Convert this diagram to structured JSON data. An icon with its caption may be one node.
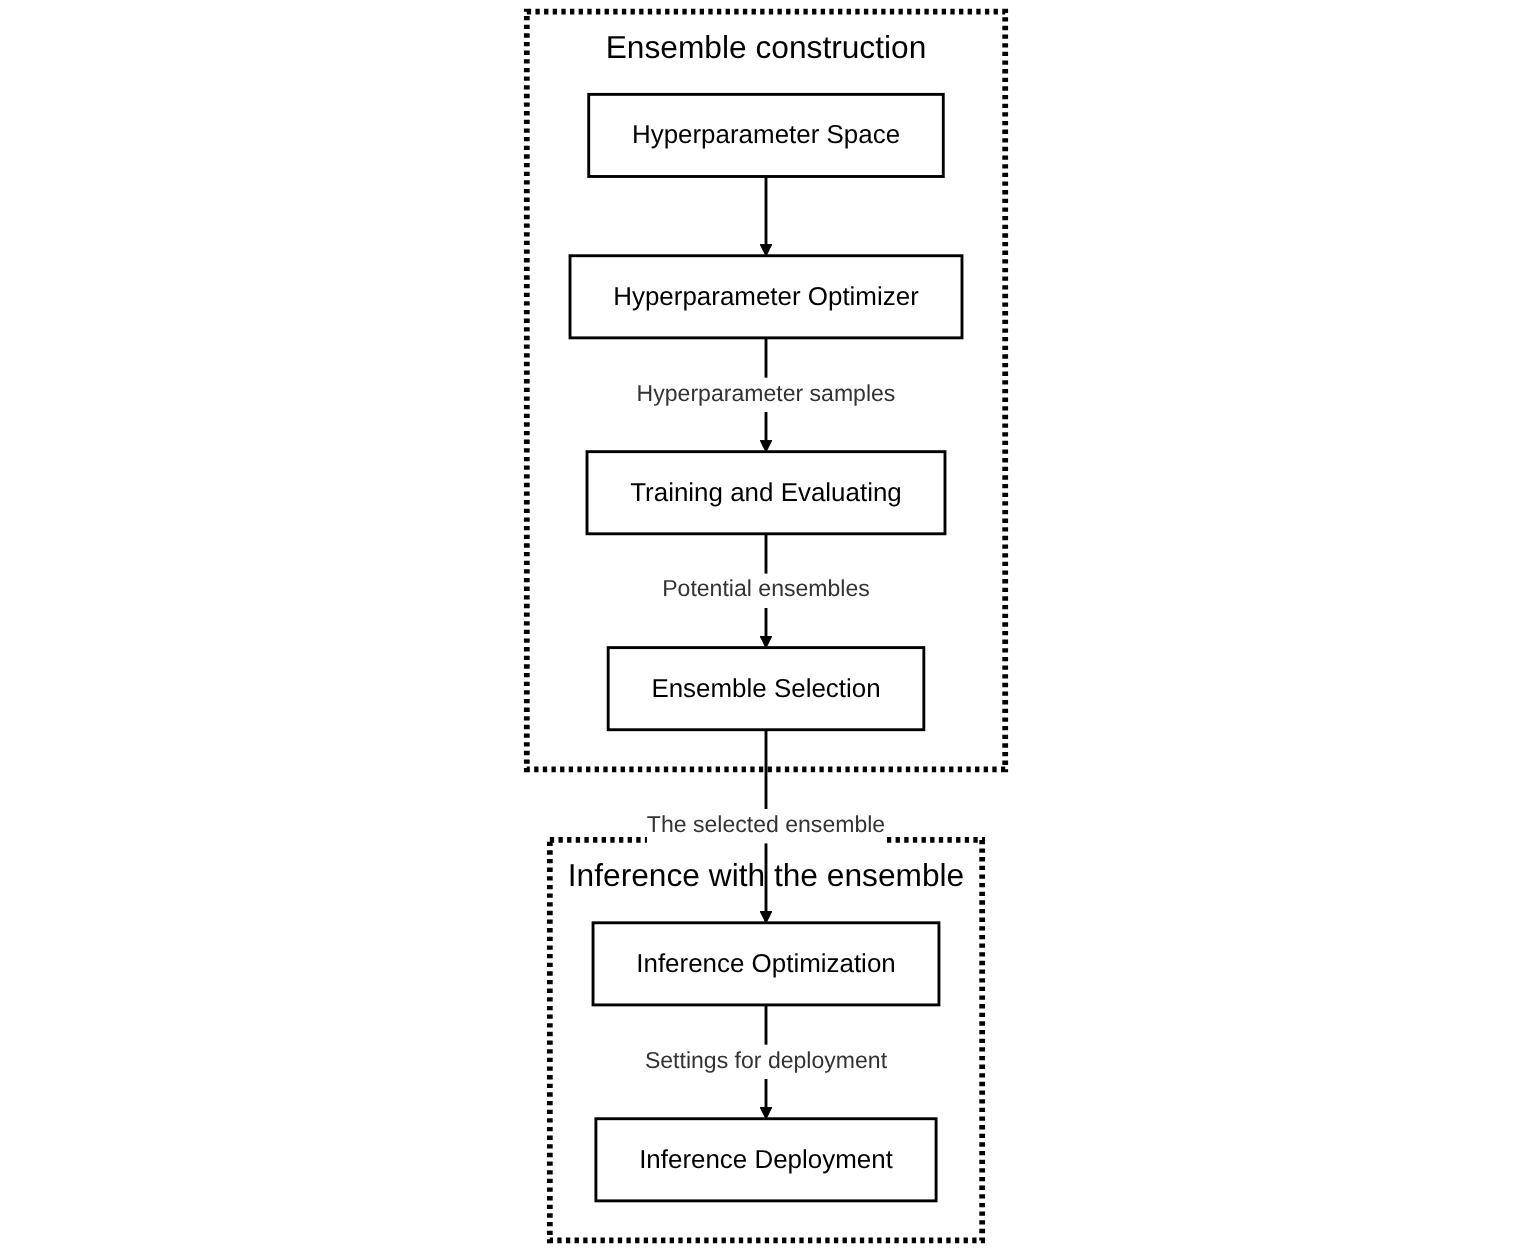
{
  "diagram": {
    "nodes": [
      {
        "text": [
          "Ensemble construction"
        ]
      },
      {
        "text": [
          "Hyperparameter Space"
        ],
        "in": 0
      },
      {
        "text": [
          "Hyperparameter Optimizer"
        ],
        "in": 0
      },
      {
        "text": [
          "Training and Evaluating"
        ],
        "in": 0
      },
      {
        "text": [
          "Ensemble Selection"
        ],
        "in": 0
      },
      {
        "text": [
          "Inference with the ensemble"
        ]
      },
      {
        "text": [
          "Inference Optimization"
        ],
        "in": 5
      },
      {
        "text": [
          "Inference Deployment"
        ],
        "in": 5
      }
    ],
    "edges": [
      {
        "from": 1,
        "to": 2,
        "arrow": "to"
      },
      {
        "from": 2,
        "to": 3,
        "arrow": "to",
        "label": "Hyperparameter samples"
      },
      {
        "from": 3,
        "to": 4,
        "arrow": "to",
        "label": "Potential ensembles"
      },
      {
        "from": 4,
        "to": 6,
        "arrow": "to",
        "label": "The selected ensemble"
      },
      {
        "from": 6,
        "to": 7,
        "arrow": "to",
        "label": "Settings for deployment"
      }
    ]
  }
}
